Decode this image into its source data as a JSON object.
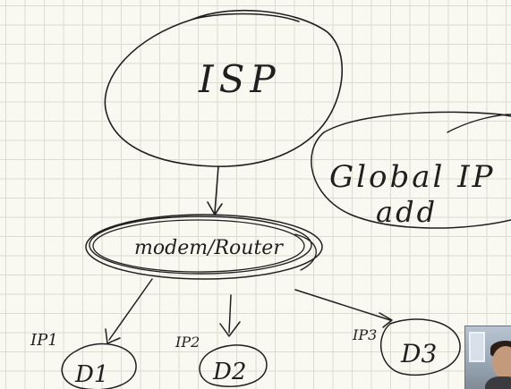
{
  "diagram": {
    "nodes": {
      "isp": {
        "label": "ISP"
      },
      "global_ip": {
        "line1": "Global IP",
        "line2": "add"
      },
      "modem": {
        "label": "modem/Router"
      },
      "d1": {
        "label": "D1",
        "ip_label": "IP1"
      },
      "d2": {
        "label": "D2",
        "ip_label": "IP2"
      },
      "d3": {
        "label": "D3",
        "ip_label": "IP3"
      }
    },
    "edges": [
      {
        "from": "isp",
        "to": "modem"
      },
      {
        "from": "modem",
        "to": "d1"
      },
      {
        "from": "modem",
        "to": "d2"
      },
      {
        "from": "modem",
        "to": "d3"
      }
    ]
  },
  "colors": {
    "paper": "#faf9f1",
    "grid": "#dcdbd1",
    "ink": "#1f1f1f"
  },
  "overlay": {
    "webcam_icon": "presenter-webcam-thumbnail"
  }
}
